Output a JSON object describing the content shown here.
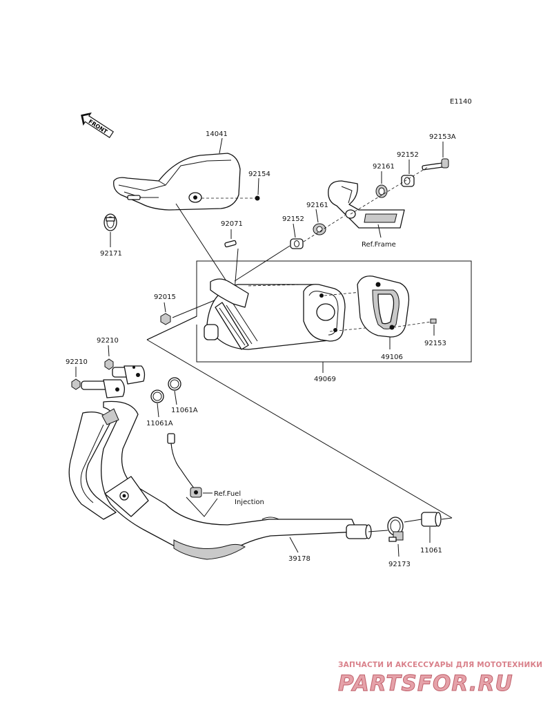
{
  "diagram": {
    "code": "E1140",
    "front_label": "FRONT",
    "ref_frame": "Ref.Frame",
    "ref_fuel_line1": "Ref.Fuel",
    "ref_fuel_line2": "Injection"
  },
  "parts": {
    "p14041": "14041",
    "p92154": "92154",
    "p92171": "92171",
    "p92071": "92071",
    "p92015": "92015",
    "p92153A": "92153A",
    "p92152a": "92152",
    "p92161a": "92161",
    "p92161b": "92161",
    "p92152b": "92152",
    "p92153": "92153",
    "p49106": "49106",
    "p49069": "49069",
    "p92210a": "92210",
    "p92210b": "92210",
    "p11061Aa": "11061A",
    "p11061Ab": "11061A",
    "p39178": "39178",
    "p92173": "92173",
    "p11061": "11061"
  },
  "watermark": {
    "top": "ЗАПЧАСТИ И АКСЕССУАРЫ ДЛЯ МОТОТЕХНИКИ",
    "brand": "PARTSFOR.RU",
    "color": "#d9808a"
  }
}
